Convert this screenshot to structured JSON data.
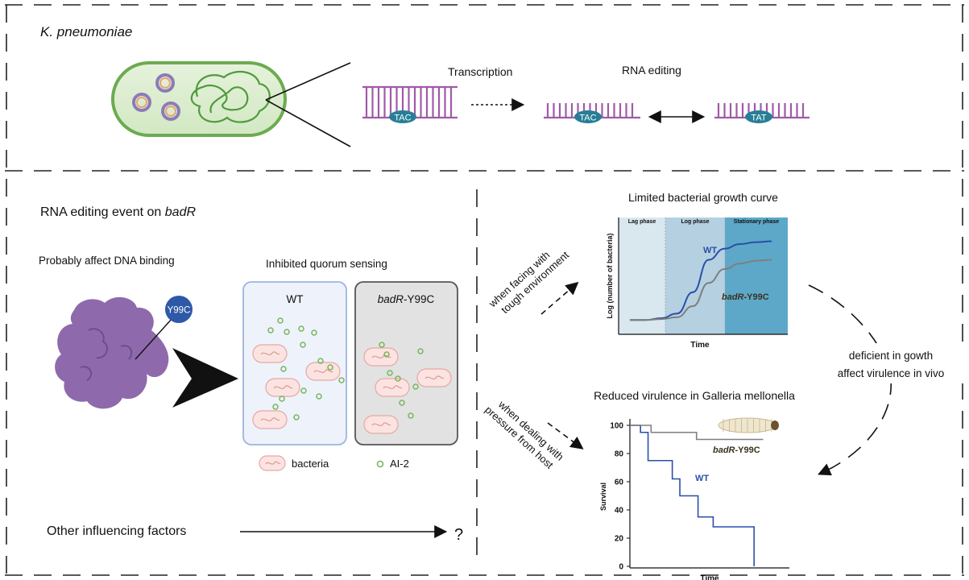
{
  "top": {
    "organism": "K. pneumoniae",
    "transcription_label": "Transcription",
    "rna_editing_label": "RNA editing",
    "codon_dna": "TAC",
    "codon_rna": "TAC",
    "codon_edited": "TAT"
  },
  "left": {
    "title_prefix": "RNA editing event on ",
    "title_gene": "badR",
    "dna_binding": "Probably affect DNA binding",
    "mutation_badge": "Y99C",
    "quorum_title": "Inhibited quorum sensing",
    "wt_label": "WT",
    "mutant_gene": "badR",
    "mutant_suffix": "-Y99C",
    "legend_bacteria": "bacteria",
    "legend_ai2": "AI-2",
    "other_factors": "Other influencing factors",
    "question_mark": "?"
  },
  "arrows": {
    "tough_line1": "when facing with",
    "tough_line2": "tough environment",
    "host_line1": "when dealing with",
    "host_line2": "pressure from host",
    "deficient_line1": "deficient in gowth",
    "deficient_line2": "affect virulence in vivo"
  },
  "chart_data": [
    {
      "type": "line",
      "title": "Limited bacterial growth curve",
      "xlabel": "Time",
      "ylabel": "Log (number of bacteria)",
      "phases": [
        "Lag phase",
        "Log phase",
        "Stationary phase"
      ],
      "phase_colors": [
        "#d9e8ee",
        "#b5d0e0",
        "#5da8c8"
      ],
      "series": [
        {
          "name": "WT",
          "color": "#2a4fa8",
          "values": [
            0.05,
            0.05,
            0.07,
            0.12,
            0.35,
            0.7,
            0.82,
            0.87,
            0.89,
            0.9
          ]
        },
        {
          "name_gene": "badR",
          "name_suffix": "-Y99C",
          "color": "#7f7f7f",
          "values": [
            0.05,
            0.05,
            0.06,
            0.08,
            0.2,
            0.45,
            0.6,
            0.66,
            0.69,
            0.7
          ]
        }
      ]
    },
    {
      "type": "line",
      "title": "Reduced virulence in Galleria mellonella",
      "xlabel": "Time",
      "ylabel": "Survival",
      "yticks": [
        "100",
        "80",
        "60",
        "40",
        "20",
        "0"
      ],
      "ylim": [
        0,
        100
      ],
      "series": [
        {
          "name": "WT",
          "color": "#2a4fa8",
          "steps": [
            [
              0,
              100
            ],
            [
              0.07,
              100
            ],
            [
              0.07,
              95
            ],
            [
              0.12,
              95
            ],
            [
              0.12,
              75
            ],
            [
              0.28,
              75
            ],
            [
              0.28,
              62
            ],
            [
              0.33,
              62
            ],
            [
              0.33,
              50
            ],
            [
              0.45,
              50
            ],
            [
              0.45,
              35
            ],
            [
              0.55,
              35
            ],
            [
              0.55,
              28
            ],
            [
              0.65,
              28
            ],
            [
              0.65,
              28
            ],
            [
              0.82,
              28
            ],
            [
              0.82,
              0
            ]
          ]
        },
        {
          "name_gene": "badR",
          "name_suffix": "-Y99C",
          "color": "#7f7f7f",
          "steps": [
            [
              0,
              100
            ],
            [
              0.14,
              100
            ],
            [
              0.14,
              95
            ],
            [
              0.44,
              95
            ],
            [
              0.44,
              90
            ],
            [
              0.88,
              90
            ]
          ]
        }
      ]
    }
  ]
}
